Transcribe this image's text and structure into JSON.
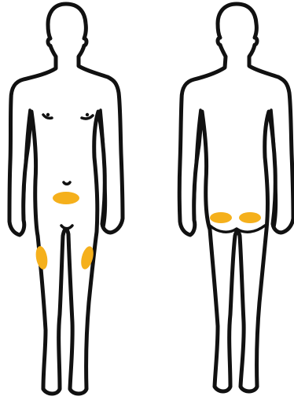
{
  "colors": {
    "outline": "#111111",
    "background": "#ffffff",
    "injection_site": "#F5B01C"
  },
  "figures": [
    {
      "view": "front",
      "sites": [
        "abdomen",
        "left-thigh",
        "right-thigh"
      ]
    },
    {
      "view": "back",
      "sites": [
        "left-buttock",
        "right-buttock"
      ]
    }
  ]
}
